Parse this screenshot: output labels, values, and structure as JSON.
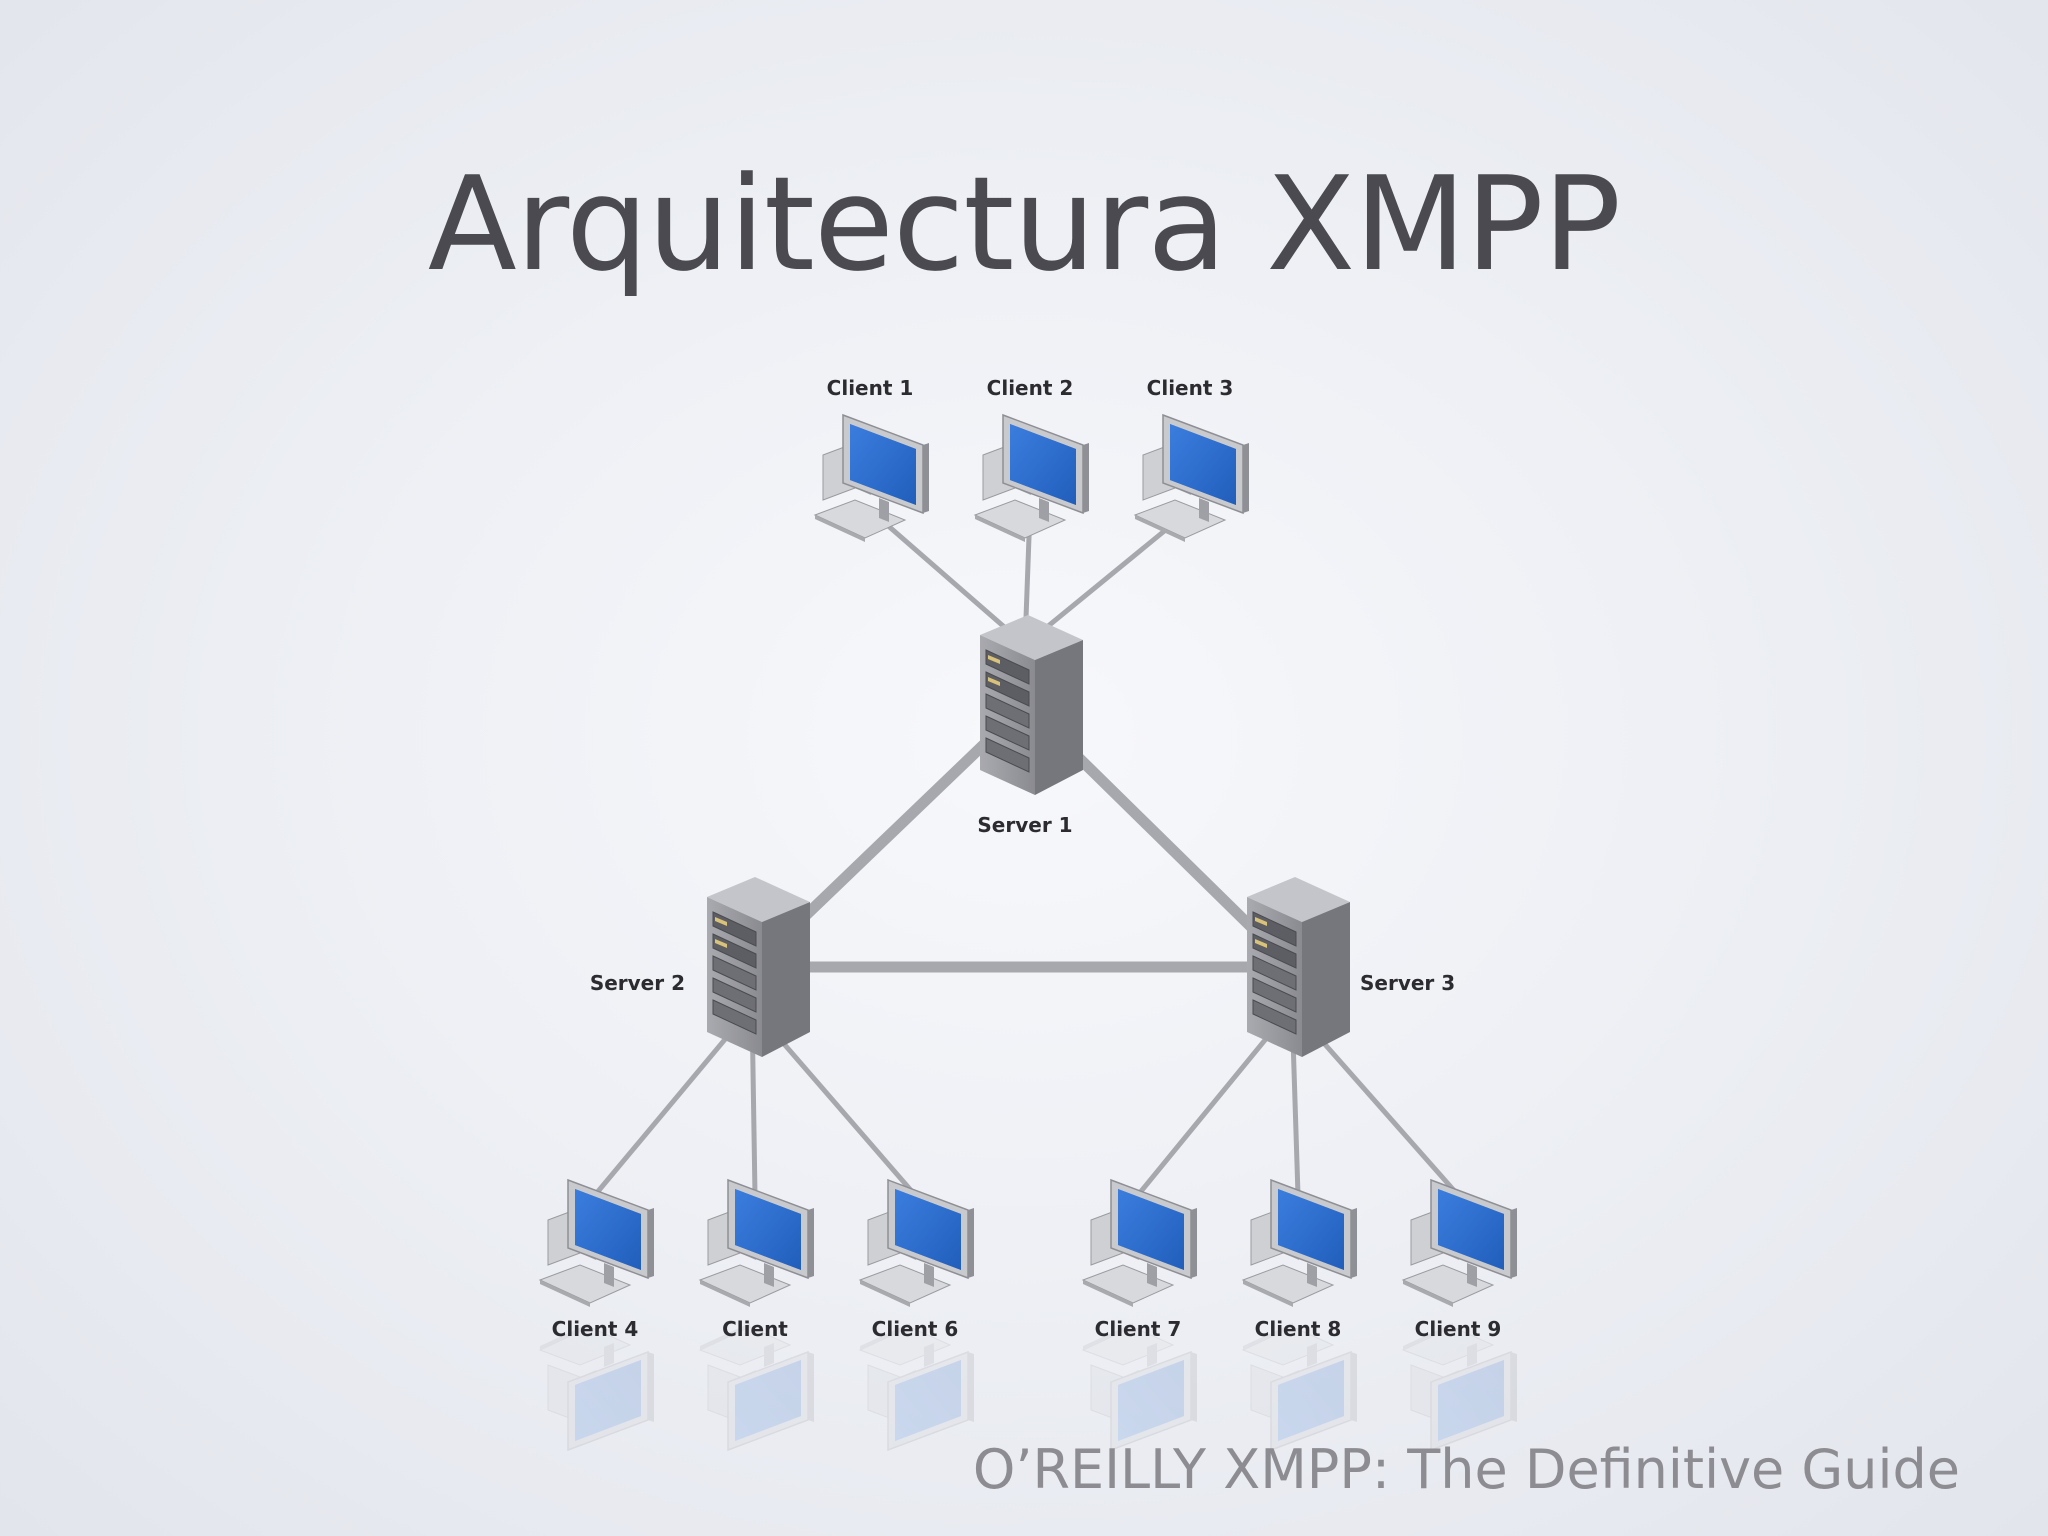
{
  "slide": {
    "title": "Arquitectura XMPP",
    "footer": "O’REILLY XMPP: The Definitive Guide"
  },
  "diagram": {
    "servers": [
      {
        "id": "server1",
        "label": "Server 1"
      },
      {
        "id": "server2",
        "label": "Server 2"
      },
      {
        "id": "server3",
        "label": "Server 3"
      }
    ],
    "clients": [
      {
        "id": "client1",
        "label": "Client 1",
        "server": "server1"
      },
      {
        "id": "client2",
        "label": "Client 2",
        "server": "server1"
      },
      {
        "id": "client3",
        "label": "Client 3",
        "server": "server1"
      },
      {
        "id": "client4",
        "label": "Client 4",
        "server": "server2"
      },
      {
        "id": "client5",
        "label": "Client",
        "server": "server2"
      },
      {
        "id": "client6",
        "label": "Client 6",
        "server": "server2"
      },
      {
        "id": "client7",
        "label": "Client 7",
        "server": "server3"
      },
      {
        "id": "client8",
        "label": "Client 8",
        "server": "server3"
      },
      {
        "id": "client9",
        "label": "Client 9",
        "server": "server3"
      }
    ],
    "server_links": [
      [
        "server1",
        "server2"
      ],
      [
        "server1",
        "server3"
      ],
      [
        "server2",
        "server3"
      ]
    ],
    "colors": {
      "screen": "#2f6fd1",
      "link": "#a6a8ad",
      "server_body": "#8f9095"
    }
  }
}
